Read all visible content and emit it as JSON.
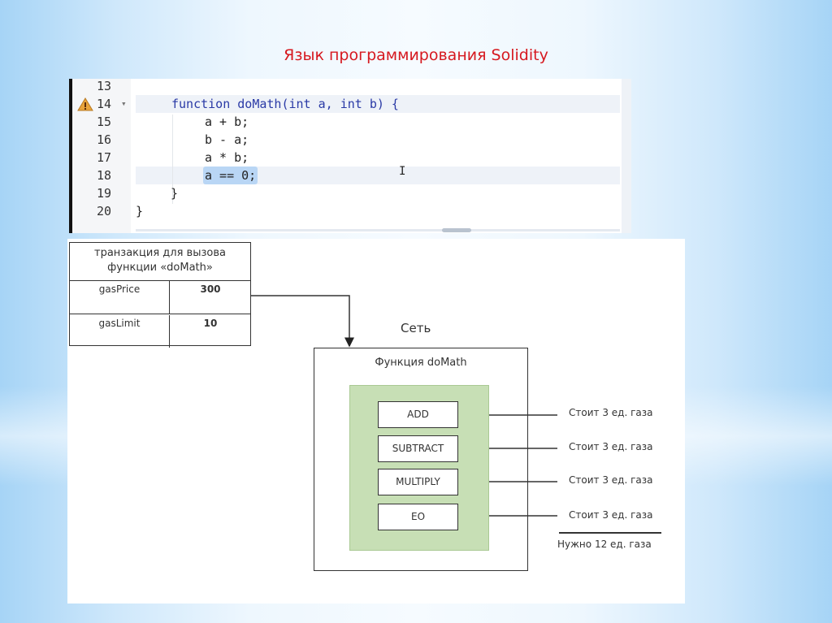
{
  "slide": {
    "title": "Язык программирования Solidity",
    "title_color": "#d6191f"
  },
  "code_editor": {
    "lines": [
      {
        "number": "13",
        "text": ""
      },
      {
        "number": "14",
        "text": "function doMath(int a, int b) {",
        "warning": true,
        "foldable": true
      },
      {
        "number": "15",
        "text": "a + b;"
      },
      {
        "number": "16",
        "text": "b - a;"
      },
      {
        "number": "17",
        "text": "a * b;"
      },
      {
        "number": "18",
        "text": "a == 0;",
        "selected": true
      },
      {
        "number": "19",
        "text": "}"
      },
      {
        "number": "20",
        "text": "}"
      }
    ],
    "fold_marker": "▾",
    "cursor_glyph": "I",
    "selection_color": "#b9d6f5"
  },
  "diagram": {
    "transaction_table": {
      "header_line1": "транзакция для вызова",
      "header_line2": "функции «doMath»",
      "rows": [
        {
          "key": "gasPrice",
          "value": "300"
        },
        {
          "key": "gasLimit",
          "value": "10"
        }
      ]
    },
    "network_label": "Сеть",
    "function_box_title": "Функция doMath",
    "operations": [
      "ADD",
      "SUBTRACT",
      "MULTIPLY",
      "EO"
    ],
    "costs": [
      "Стоит 3 ед. газа",
      "Стоит 3 ед. газа",
      "Стоит 3 ед. газа",
      "Стоит 3 ед. газа"
    ],
    "total": "Нужно 12 ед. газа",
    "green_color": "#c7dfb5"
  }
}
